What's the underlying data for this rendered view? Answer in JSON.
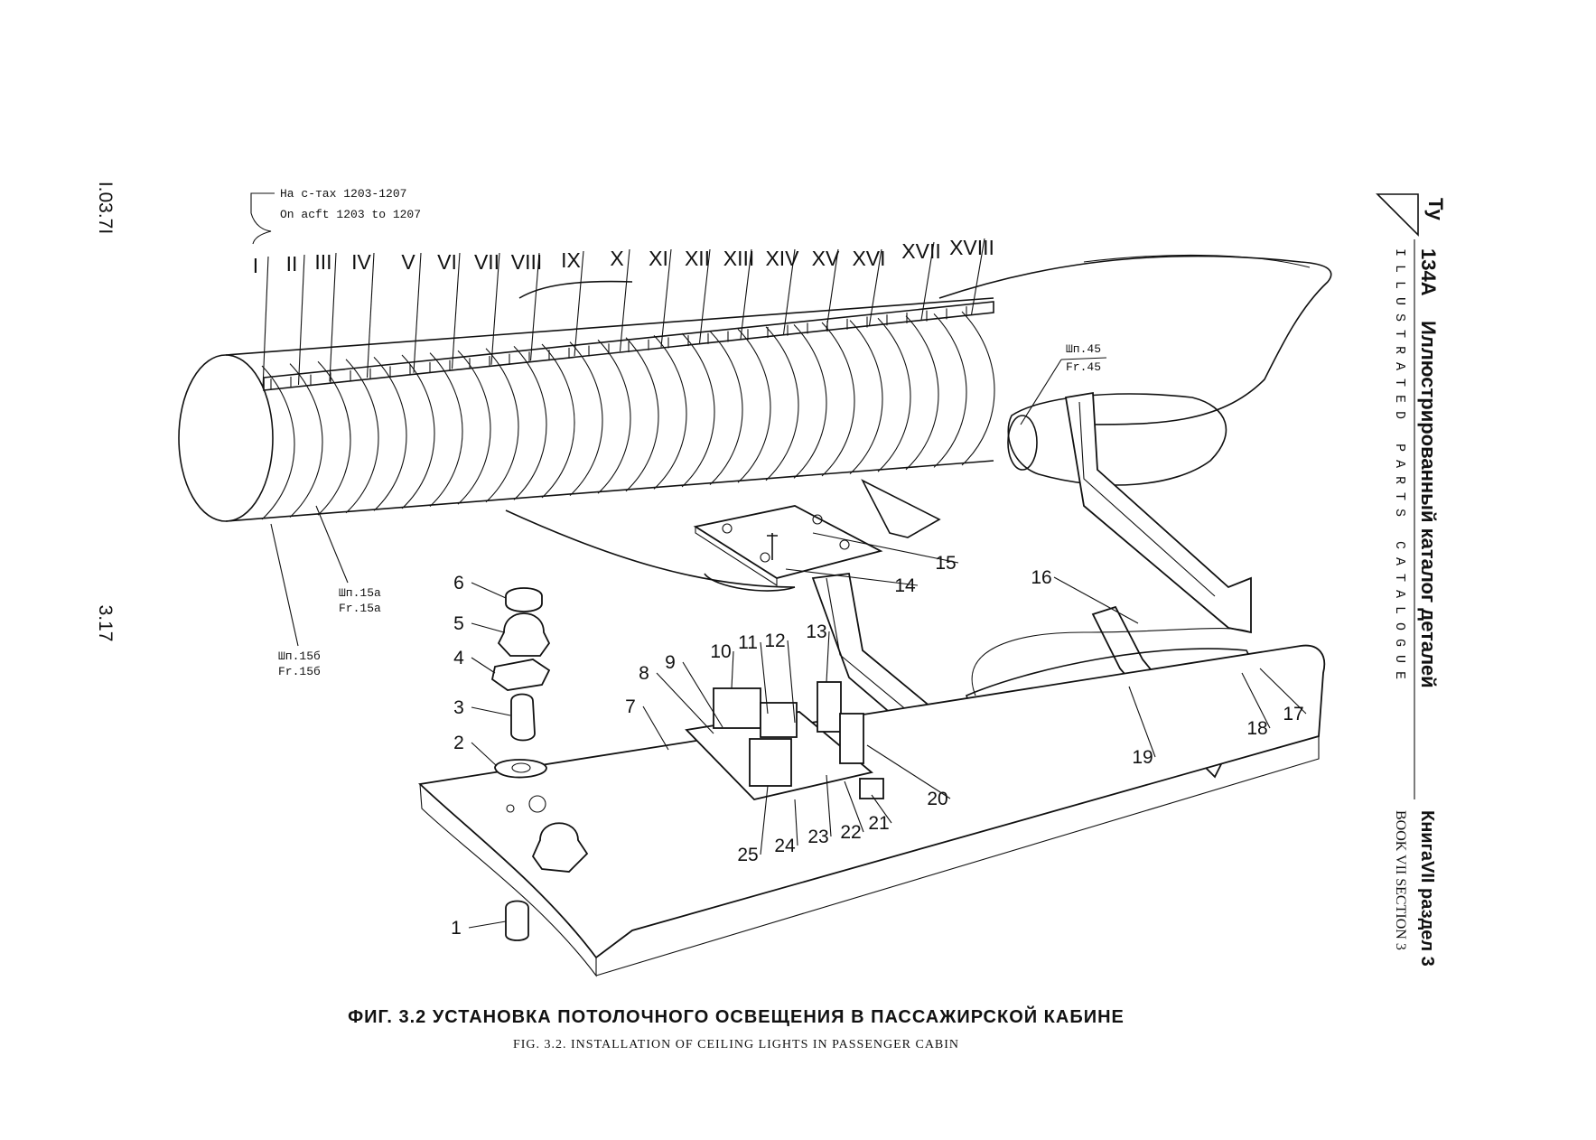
{
  "left_margin": {
    "page_code": "I.03.7I",
    "page_number": "3.17"
  },
  "header_note": {
    "ru": "На с-тах 1203-1207",
    "en": "On acft 1203 to 1207"
  },
  "section_labels": [
    "I",
    "II",
    "III",
    "IV",
    "V",
    "VI",
    "VII",
    "VIII",
    "IX",
    "X",
    "XI",
    "XII",
    "XIII",
    "XIV",
    "XV",
    "XVI",
    "XVII",
    "XVIII"
  ],
  "frame_labels": {
    "fr45_ru": "Шп.45",
    "fr45_en": "Fr.45",
    "fr15a_ru": "Шп.15а",
    "fr15a_en": "Fr.15а",
    "fr15b_ru": "Шп.15б",
    "fr15b_en": "Fr.15б"
  },
  "callouts": [
    "1",
    "2",
    "3",
    "4",
    "5",
    "6",
    "7",
    "8",
    "9",
    "10",
    "11",
    "12",
    "13",
    "14",
    "15",
    "16",
    "17",
    "18",
    "19",
    "20",
    "21",
    "22",
    "23",
    "24",
    "25"
  ],
  "caption": {
    "ru": "ФИГ. 3.2  УСТАНОВКА ПОТОЛОЧНОГО ОСВЕЩЕНИЯ В ПАССАЖИРСКОЙ КАБИНЕ",
    "en": "FIG. 3.2. INSTALLATION OF CEILING LIGHTS IN PASSENGER CABIN"
  },
  "side_header": {
    "logo": "Ту",
    "model": "134А",
    "title": "Иллюстрированный каталог деталей",
    "subtitle": "ILLUSTRATED PARTS CATALOGUE",
    "book_ru": "КнигаVII раздел 3",
    "book_en": "BOOK VII SECTION 3"
  }
}
